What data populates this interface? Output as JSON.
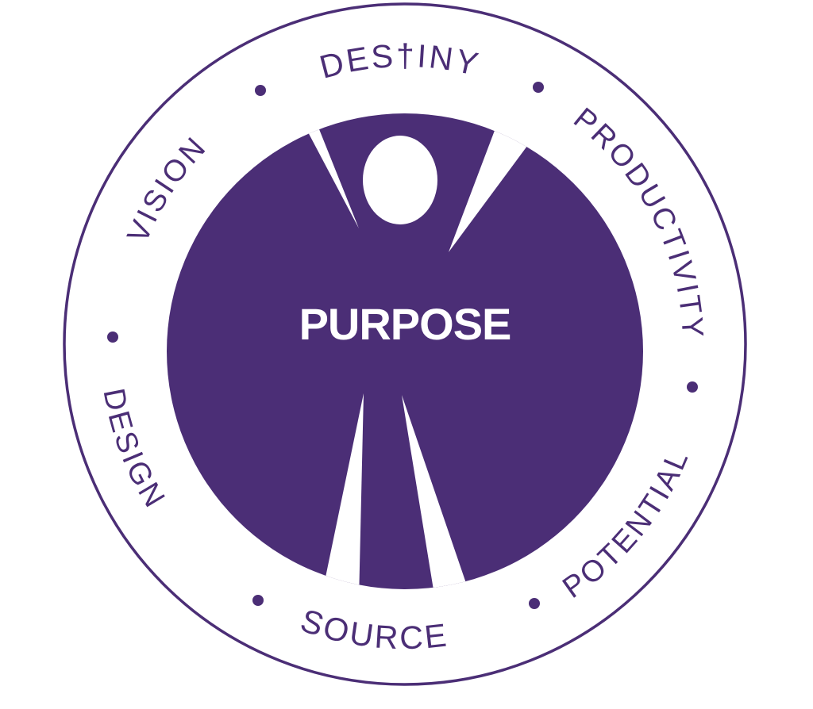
{
  "diagram": {
    "center_label": "PURPOSE",
    "ring_words": [
      {
        "label": "DESTINY",
        "display": "DES†INY",
        "position": "top"
      },
      {
        "label": "PRODUCTIVITY",
        "display": "PRODUCTIVITY",
        "position": "top-right"
      },
      {
        "label": "POTENTIAL",
        "display": "POTENTIAL",
        "position": "bottom-right"
      },
      {
        "label": "SOURCE",
        "display": "SOURCE",
        "position": "bottom"
      },
      {
        "label": "DESIGN",
        "display": "DESIGN",
        "position": "bottom-left"
      },
      {
        "label": "VISION",
        "display": "VISION",
        "position": "top-left"
      }
    ],
    "separator_dot_count": 6,
    "figure": "person-arms-raised",
    "colors": {
      "purple": "#4B2E76",
      "white": "#FFFFFF"
    }
  }
}
